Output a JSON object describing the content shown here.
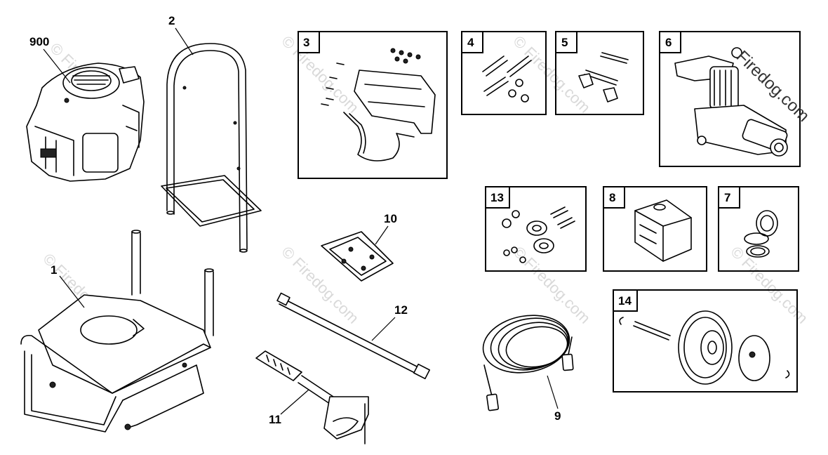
{
  "labels": {
    "p900": "900",
    "p1": "1",
    "p2": "2",
    "p3": "3",
    "p4": "4",
    "p5": "5",
    "p6": "6",
    "p7": "7",
    "p8": "8",
    "p9": "9",
    "p10": "10",
    "p11": "11",
    "p12": "12",
    "p13": "13",
    "p14": "14"
  },
  "watermark": {
    "text": "© Firedog.com",
    "brand_text": "Firedog.com"
  },
  "colors": {
    "line": "#000000",
    "watermark": "#d9d9d9",
    "background": "#ffffff"
  }
}
